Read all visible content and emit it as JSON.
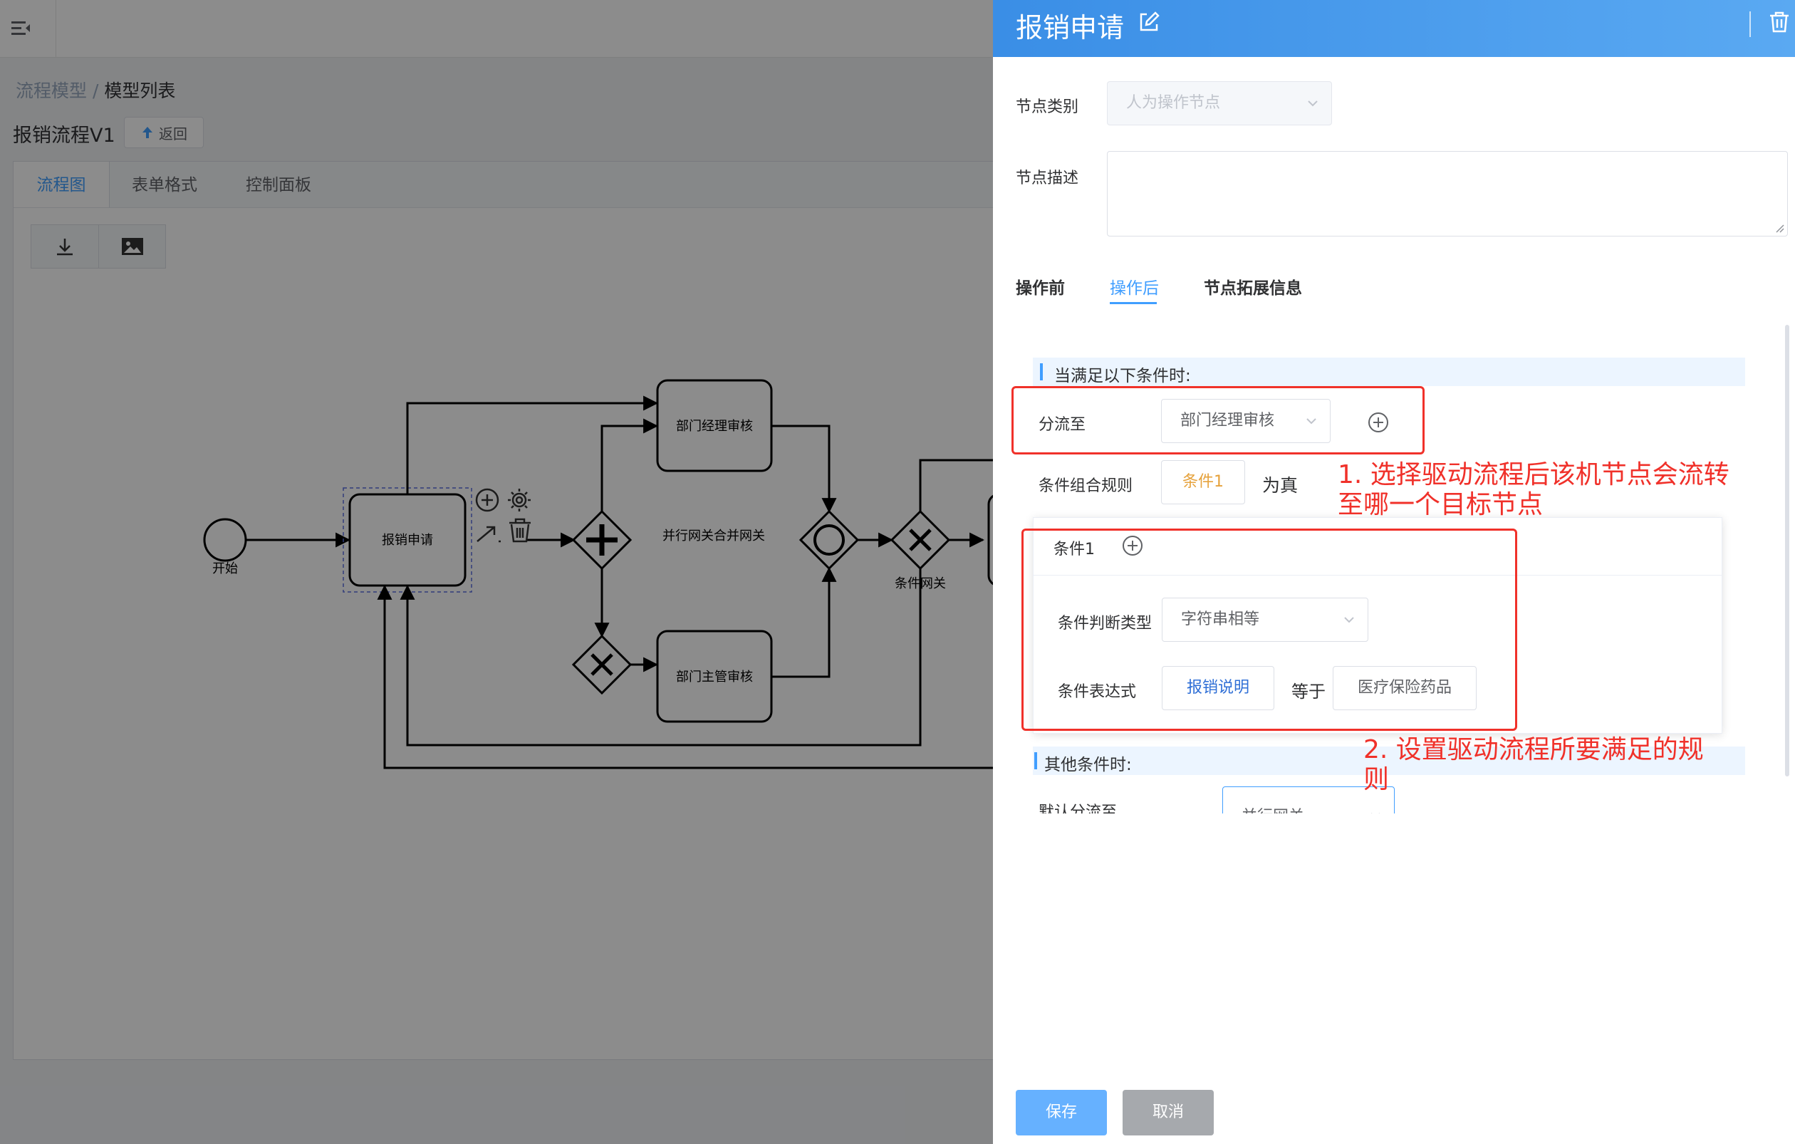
{
  "left": {
    "breadcrumb": {
      "parent": "流程模型",
      "sep": " / ",
      "current": "模型列表"
    },
    "page_title": "报销流程V1",
    "back_label": "返回",
    "tabs": [
      {
        "label": "流程图"
      },
      {
        "label": "表单格式"
      },
      {
        "label": "控制面板"
      }
    ],
    "toolbar": {
      "download_icon": "download-icon",
      "image_icon": "image-icon"
    },
    "diagram": {
      "start_label": "开始",
      "task_apply": "报销申请",
      "task_manager": "部门经理审核",
      "task_supervisor": "部门主管审核",
      "gateway_text": "并行网关合并网关",
      "condition_gateway_label": "条件网关"
    }
  },
  "drawer": {
    "title": "报销申请",
    "node_type_label": "节点类别",
    "node_type_value": "人为操作节点",
    "node_desc_label": "节点描述",
    "subtabs": [
      {
        "label": "操作前"
      },
      {
        "label": "操作后"
      },
      {
        "label": "节点拓展信息"
      }
    ],
    "section_when": "当满足以下条件时:",
    "flow_to_label": "分流至",
    "flow_to_value": "部门经理审核",
    "rule_label": "条件组合规则",
    "rule_value": "条件1",
    "rule_suffix": "为真",
    "condition": {
      "title": "条件1",
      "type_label": "条件判断类型",
      "type_value": "字符串相等",
      "expr_label": "条件表达式",
      "expr_field": "报销说明",
      "expr_op": "等于",
      "expr_value": "医疗保险药品"
    },
    "section_other": "其他条件时:",
    "default_flow_label": "默认分流至",
    "default_flow_value": "并行网关",
    "annotation_1": "1. 选择驱动流程后该机节点会流转至哪一个目标节点",
    "annotation_2": "2. 设置驱动流程所要满足的规则",
    "save_label": "保存",
    "cancel_label": "取消"
  },
  "colors": {
    "primary": "#409eff",
    "header_blue": "#3a8ee6",
    "annotation_red": "#f0312a",
    "warning_orange": "#e6a23c",
    "cancel_gray": "#909399"
  }
}
